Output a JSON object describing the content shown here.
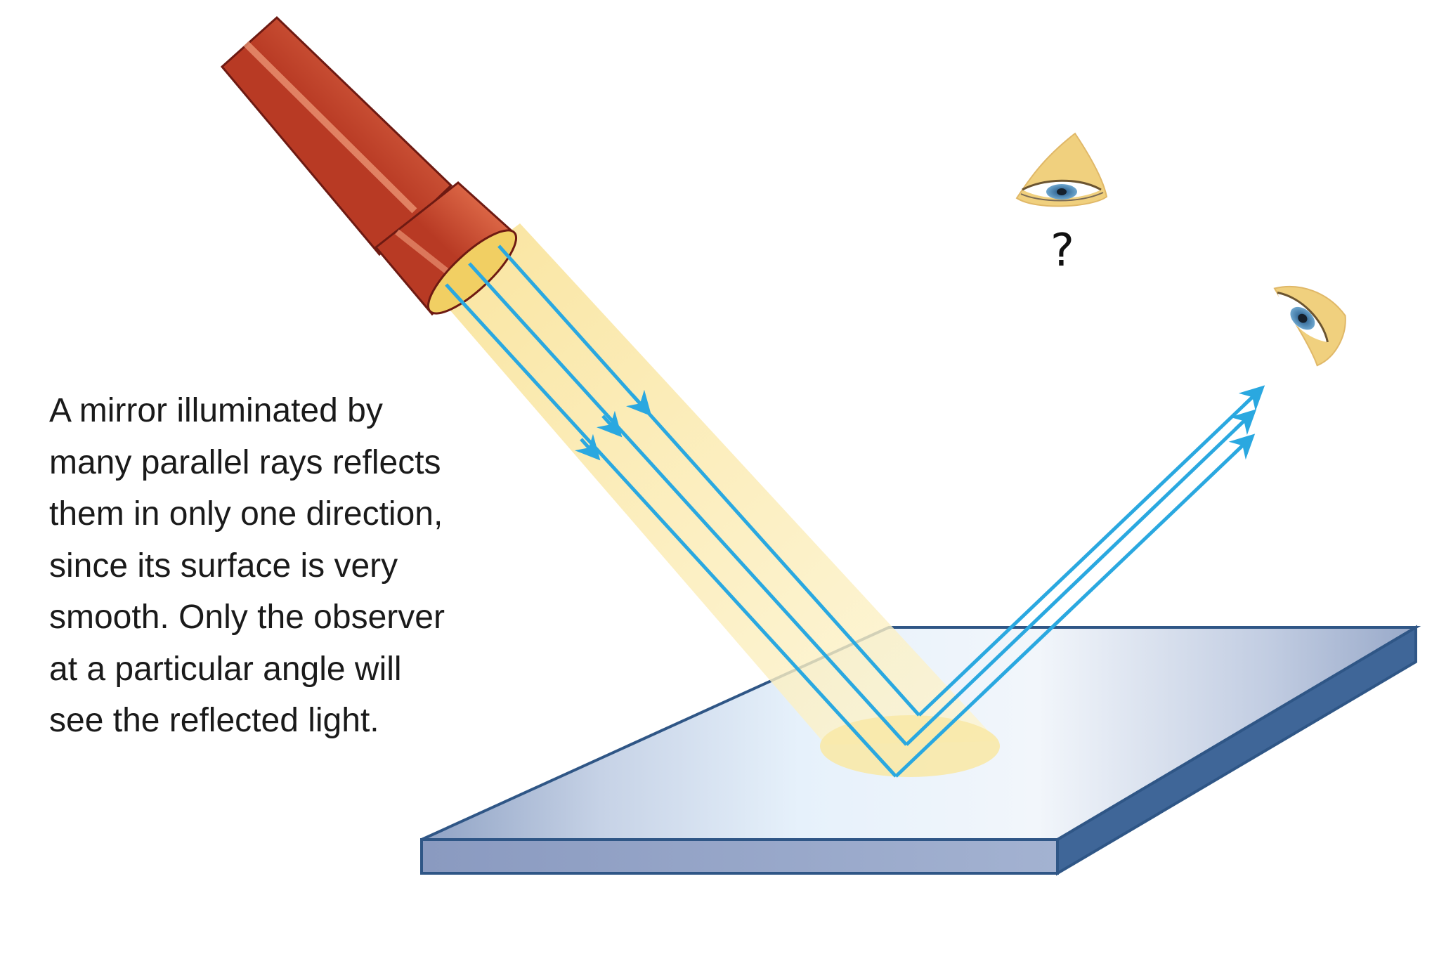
{
  "caption": {
    "lines": [
      "A mirror illuminated by",
      "many parallel rays reflects",
      "them in only one direction,",
      "since its surface is very",
      "smooth. Only the observer",
      "at a particular angle will",
      "see the reflected light."
    ]
  },
  "observer_question": "?",
  "colors": {
    "ray": "#2aa8e0",
    "flashlight_body": "#d9553a",
    "flashlight_dark": "#9c2418",
    "beam": "#fbe9a6",
    "mirror_top": "#dce6f3",
    "mirror_edge": "#4f74a3"
  },
  "icons": [
    "flashlight-icon",
    "eye-icon"
  ]
}
